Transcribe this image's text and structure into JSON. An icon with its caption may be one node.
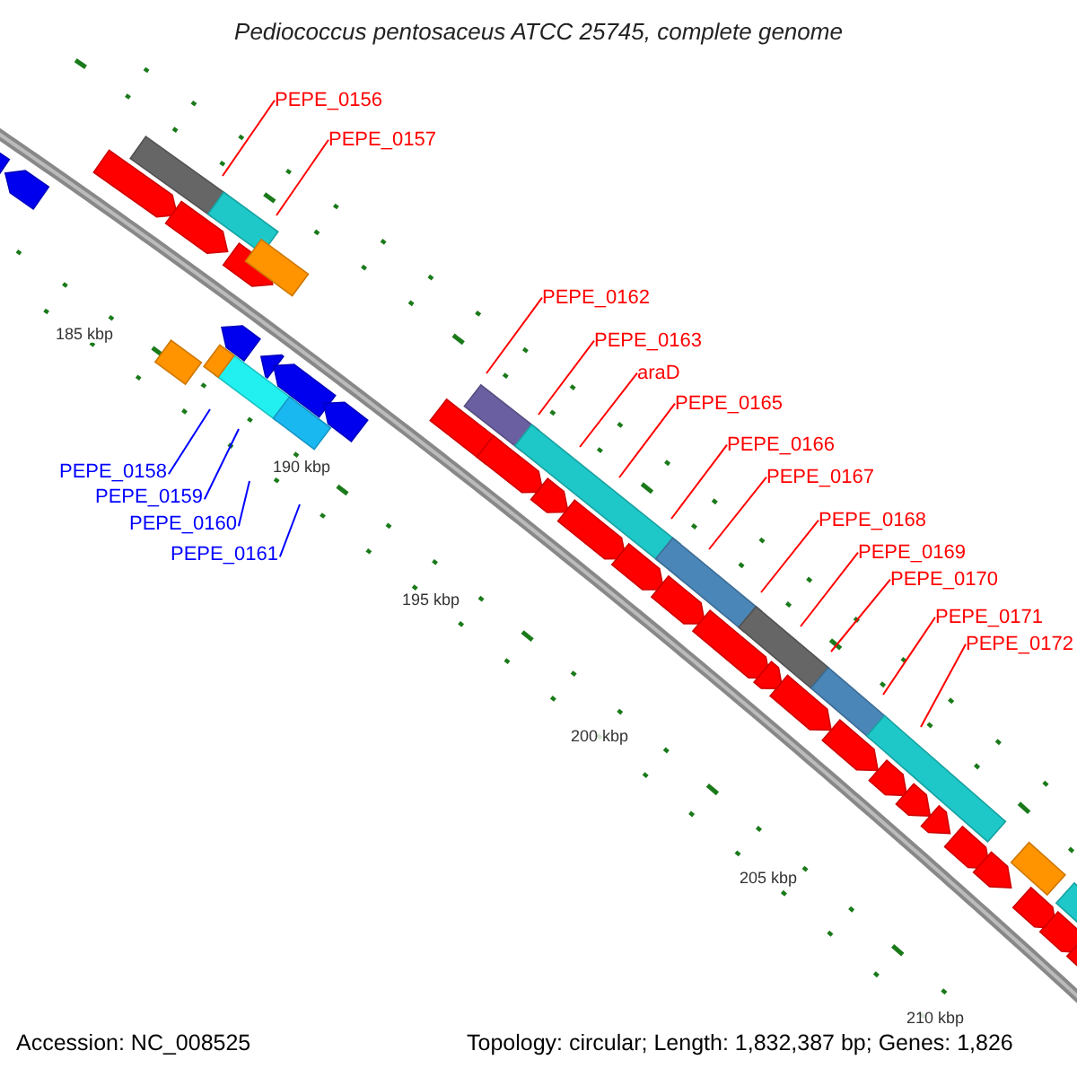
{
  "diagram": {
    "title": "Pediococcus pentosaceus ATCC 25745, complete genome",
    "nodes": [
      {
        "text": [
          "PEPE_0156"
        ]
      },
      {
        "text": [
          "PEPE_0157"
        ]
      },
      {
        "text": [
          "PEPE_0158"
        ]
      },
      {
        "text": [
          "PEPE_0159"
        ]
      },
      {
        "text": [
          "PEPE_0160"
        ]
      },
      {
        "text": [
          "PEPE_0161"
        ]
      },
      {
        "text": [
          "PEPE_0162"
        ]
      },
      {
        "text": [
          "PEPE_0163"
        ]
      },
      {
        "text": [
          "araD"
        ]
      },
      {
        "text": [
          "PEPE_0165"
        ]
      },
      {
        "text": [
          "PEPE_0166"
        ]
      },
      {
        "text": [
          "PEPE_0167"
        ]
      },
      {
        "text": [
          "PEPE_0168"
        ]
      },
      {
        "text": [
          "PEPE_0169"
        ]
      },
      {
        "text": [
          "PEPE_0170"
        ]
      },
      {
        "text": [
          "PEPE_0171"
        ]
      },
      {
        "text": [
          "PEPE_0172"
        ]
      }
    ],
    "edges": [
      {
        "from": 0,
        "to": null,
        "arrow": "none"
      },
      {
        "from": 1,
        "to": null,
        "arrow": "none"
      },
      {
        "from": 2,
        "to": null,
        "arrow": "none",
        "color": "#0000ff"
      },
      {
        "from": 3,
        "to": null,
        "arrow": "none",
        "color": "#0000ff"
      },
      {
        "from": 4,
        "to": null,
        "arrow": "none",
        "color": "#0000ff"
      },
      {
        "from": 5,
        "to": null,
        "arrow": "none",
        "color": "#0000ff"
      },
      {
        "from": 6,
        "to": null,
        "arrow": "none"
      },
      {
        "from": 7,
        "to": null,
        "arrow": "none"
      },
      {
        "from": 8,
        "to": null,
        "arrow": "none"
      },
      {
        "from": 9,
        "to": null,
        "arrow": "none"
      },
      {
        "from": 10,
        "to": null,
        "arrow": "none"
      },
      {
        "from": 11,
        "to": null,
        "arrow": "none"
      },
      {
        "from": 12,
        "to": null,
        "arrow": "none"
      },
      {
        "from": 13,
        "to": null,
        "arrow": "none"
      },
      {
        "from": 14,
        "to": null,
        "arrow": "none"
      },
      {
        "from": 15,
        "to": null,
        "arrow": "none"
      },
      {
        "from": 16,
        "to": null,
        "arrow": "none"
      }
    ],
    "labels": [
      "185 kbp",
      "190 kbp",
      "195 kbp",
      "200 kbp",
      "205 kbp",
      "210 kbp",
      "Accession: NC_008525",
      "Topology: circular; Length: 1,832,387 bp; Genes: 1,826"
    ]
  }
}
